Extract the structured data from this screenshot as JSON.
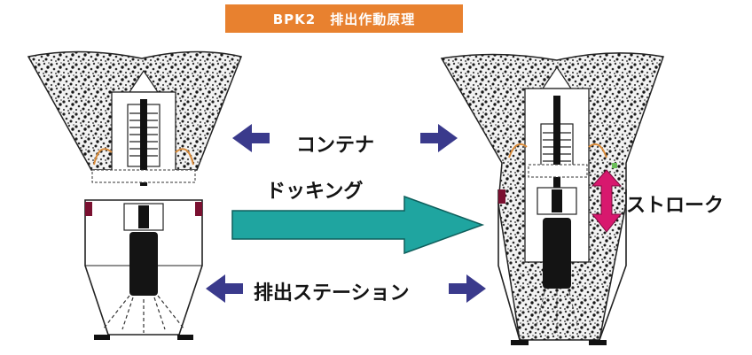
{
  "title": "BPK2　排出作動原理",
  "labels": {
    "container": "コンテナ",
    "docking": "ドッキング",
    "stroke": "ストローク",
    "discharge_station": "排出ステーション"
  },
  "colors": {
    "title_bg": "#e8812f",
    "arrow_navy": "#3a3a8c",
    "arrow_teal": "#1fa5a0",
    "stroke_arrow": "#d8186e",
    "granular": "#2a2a2a"
  }
}
